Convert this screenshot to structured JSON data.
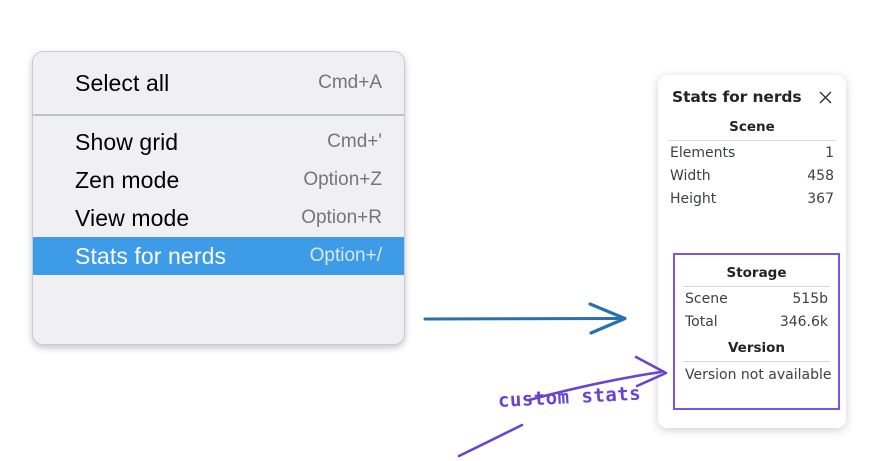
{
  "context_menu": {
    "groups": [
      {
        "items": [
          {
            "label": "Select all",
            "shortcut": "Cmd+A",
            "selected": false
          }
        ]
      },
      {
        "items": [
          {
            "label": "Show grid",
            "shortcut": "Cmd+'",
            "selected": false
          },
          {
            "label": "Zen mode",
            "shortcut": "Option+Z",
            "selected": false
          },
          {
            "label": "View mode",
            "shortcut": "Option+R",
            "selected": false
          },
          {
            "label": "Stats for nerds",
            "shortcut": "Option+/",
            "selected": true
          }
        ]
      }
    ],
    "highlight_color": "#3d9be8",
    "background_color": "#f0f0f2"
  },
  "flow_arrow": {
    "icon": "arrow-right-icon",
    "color": "#2a6fb0"
  },
  "stats_panel": {
    "title": "Stats for nerds",
    "close_icon": "close-icon",
    "scene": {
      "heading": "Scene",
      "rows": [
        {
          "key": "Elements",
          "value": "1"
        },
        {
          "key": "Width",
          "value": "458"
        },
        {
          "key": "Height",
          "value": "367"
        }
      ]
    },
    "storage": {
      "heading": "Storage",
      "rows": [
        {
          "key": "Scene",
          "value": "515b"
        },
        {
          "key": "Total",
          "value": "346.6k"
        }
      ]
    },
    "version": {
      "heading": "Version",
      "text": "Version not available"
    },
    "highlight_border_color": "#7b56dd"
  },
  "annotation": {
    "text": "custom stats",
    "color": "#6a43cf"
  }
}
